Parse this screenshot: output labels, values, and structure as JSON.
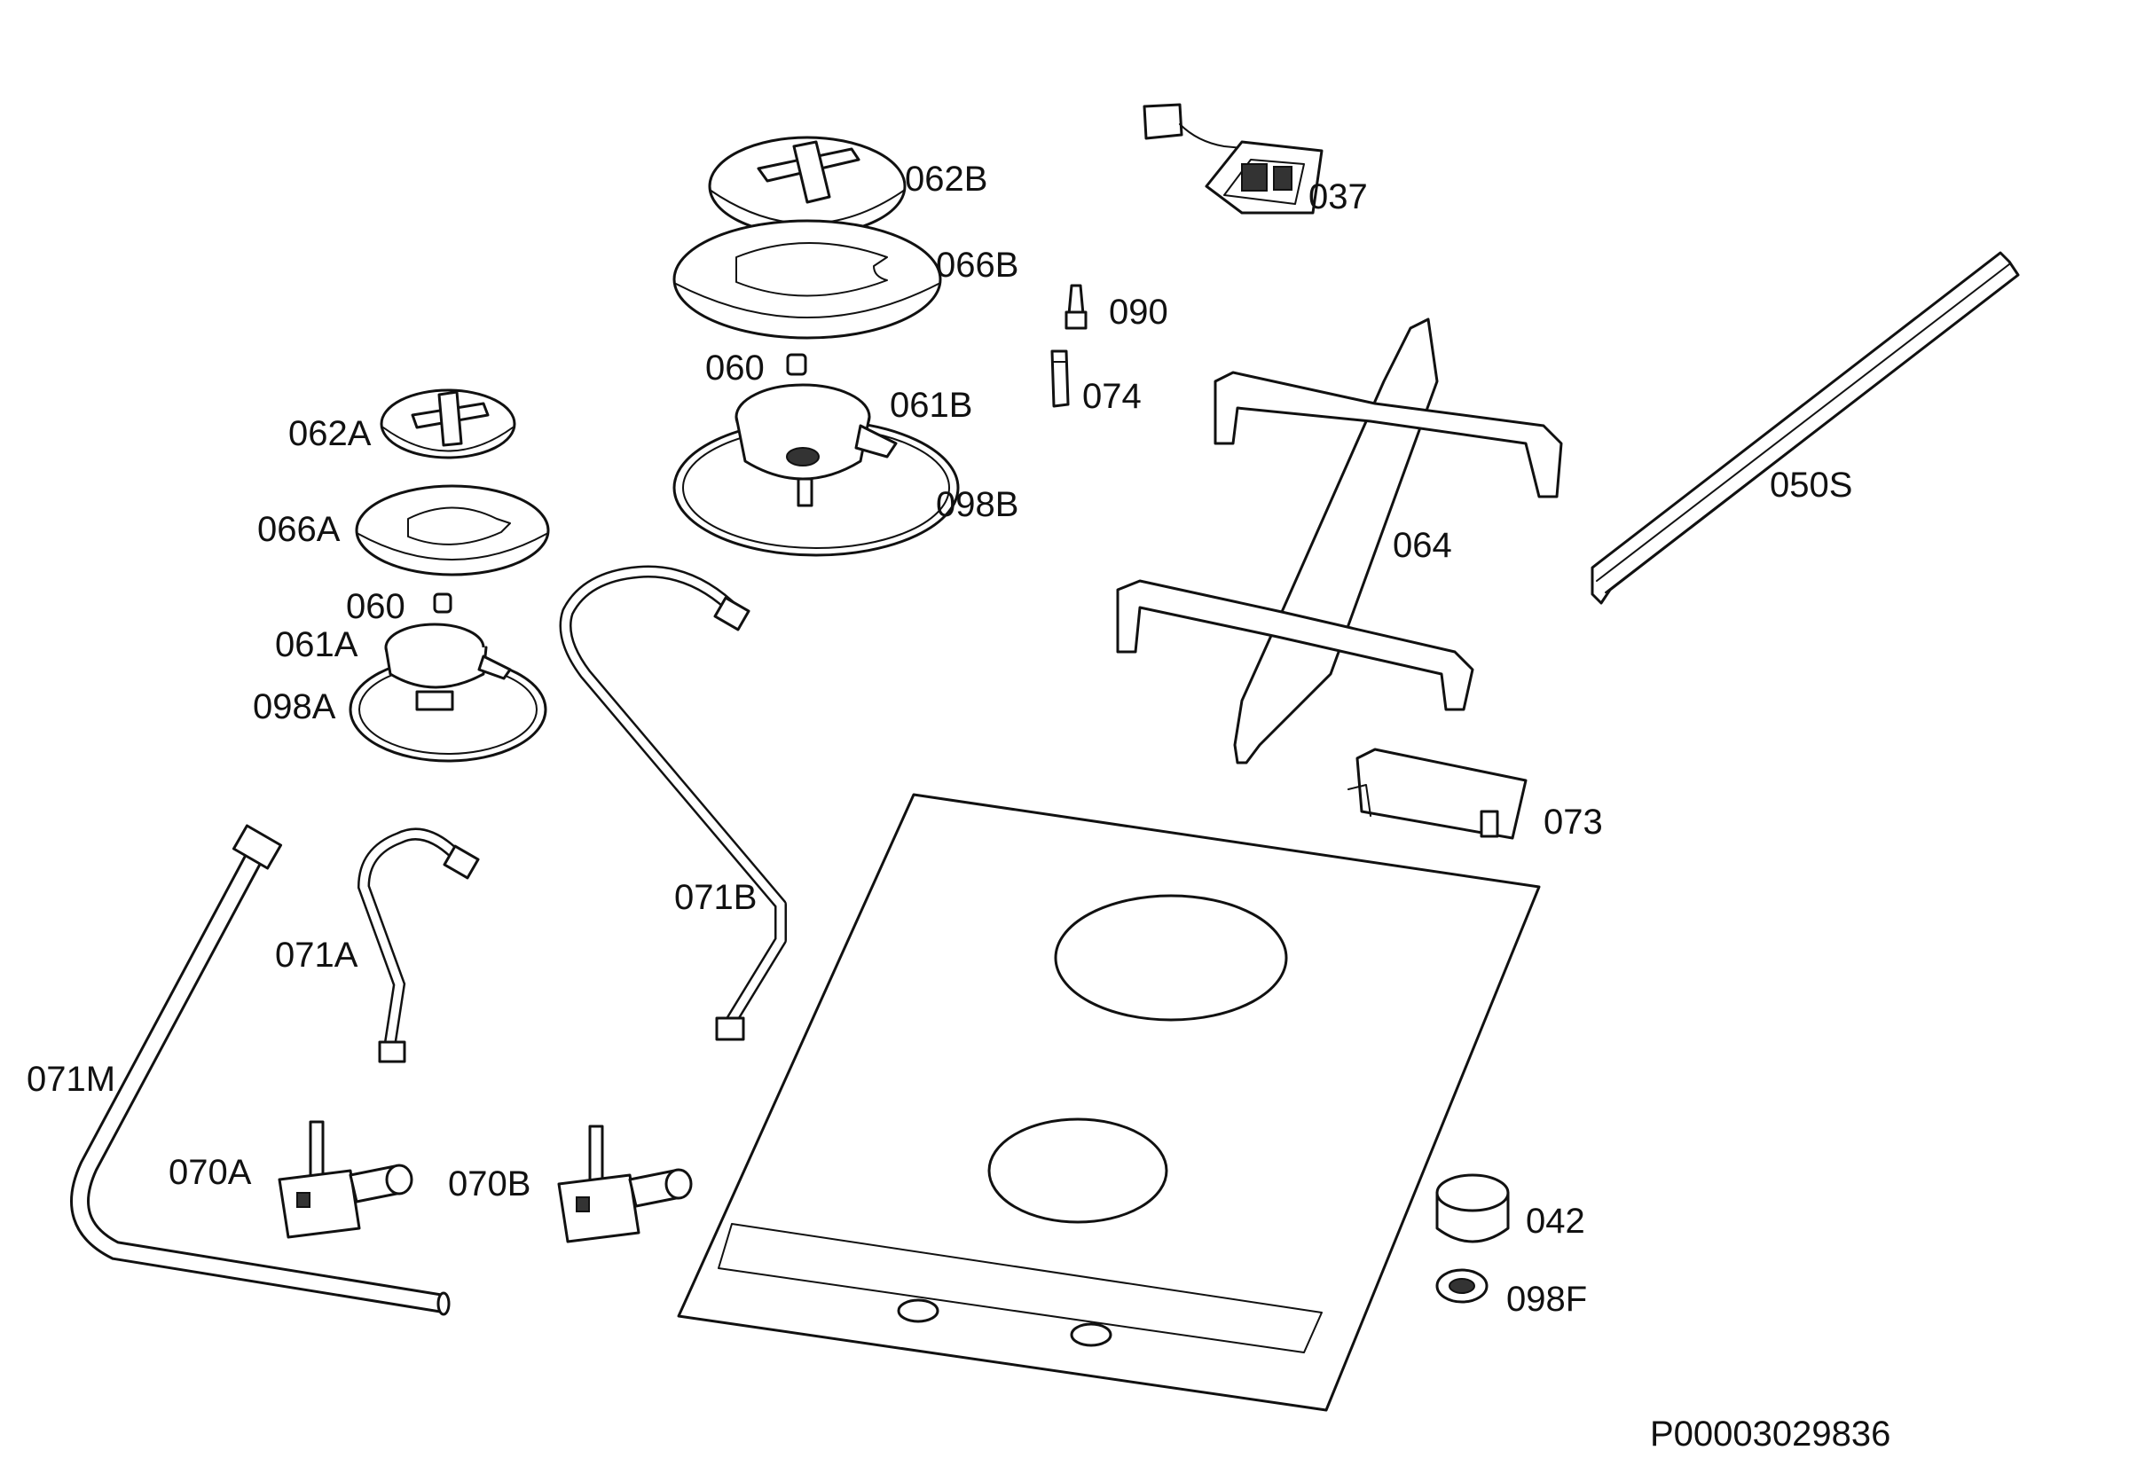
{
  "labels": {
    "p062B": "062B",
    "p037": "037",
    "p066B": "066B",
    "p090": "090",
    "p060a": "060",
    "p074": "074",
    "p061B": "061B",
    "p062A": "062A",
    "p050S": "050S",
    "p098B": "098B",
    "p066A": "066A",
    "p064": "064",
    "p060b": "060",
    "p061A": "061A",
    "p098A": "098A",
    "p073": "073",
    "p071B": "071B",
    "p071A": "071A",
    "p071M": "071M",
    "p070A": "070A",
    "p070B": "070B",
    "p042": "042",
    "p098F": "098F"
  },
  "drawing_id": "P00003029836"
}
